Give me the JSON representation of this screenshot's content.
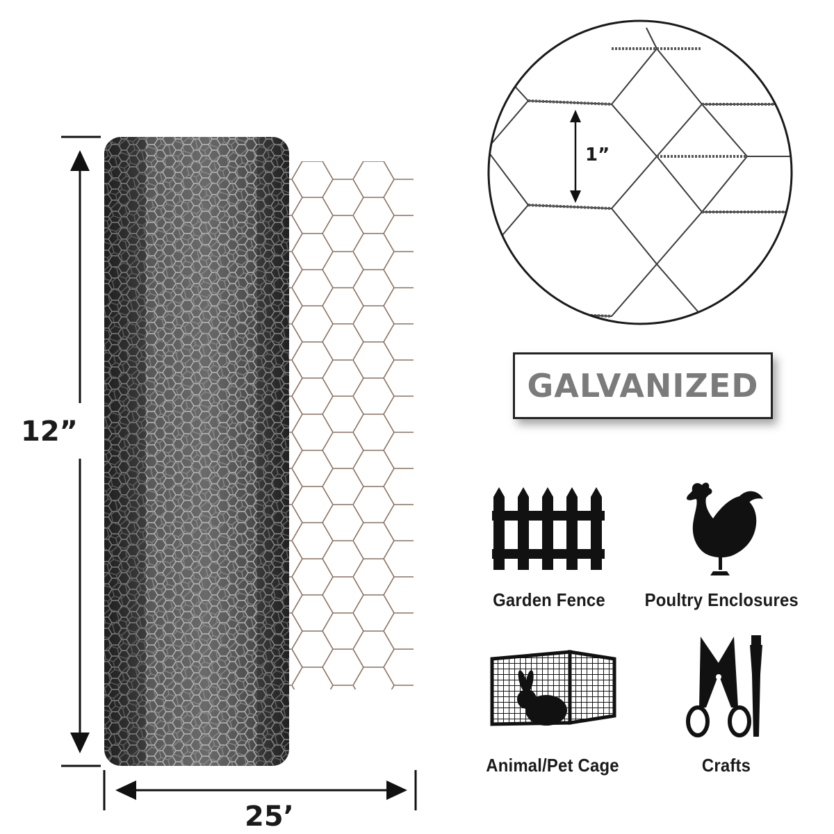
{
  "dimensions": {
    "height": "12”",
    "length": "25’",
    "mesh_opening": "1”"
  },
  "finish_badge": "GALVANIZED",
  "uses": [
    {
      "label": "Garden Fence",
      "icon": "garden-fence-icon"
    },
    {
      "label": "Poultry Enclosures",
      "icon": "chicken-icon"
    },
    {
      "label": "Animal/Pet Cage",
      "icon": "pet-cage-icon"
    },
    {
      "label": "Crafts",
      "icon": "scissors-brush-icon"
    }
  ],
  "colors": {
    "text": "#1a1a1a",
    "badge_text": "#7b7b7b",
    "wire_galvanized": "#9a9a9a",
    "wire_unrolled": "#8a7060",
    "icon": "#111111"
  }
}
